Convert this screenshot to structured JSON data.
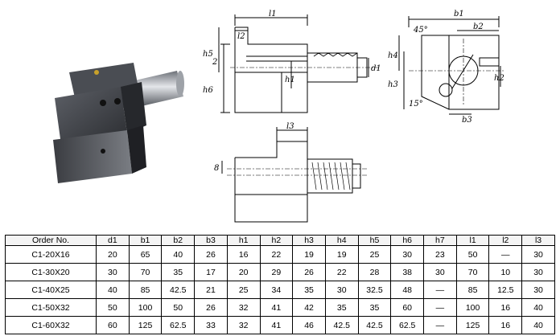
{
  "drawing_labels": {
    "l1": "l1",
    "l2": "l2",
    "l3": "l3",
    "h1": "h1",
    "h2": "h2",
    "h3": "h3",
    "h4": "h4",
    "h5": "h5",
    "h6": "h6",
    "b1": "b1",
    "b2": "b2",
    "b3": "b3",
    "d1": "d1",
    "two": "2",
    "eight": "8",
    "ang45": "45°",
    "ang15": "15°"
  },
  "table": {
    "headers": [
      "Order No.",
      "d1",
      "b1",
      "b2",
      "b3",
      "h1",
      "h2",
      "h3",
      "h4",
      "h5",
      "h6",
      "h7",
      "l1",
      "l2",
      "l3"
    ],
    "rows": [
      [
        "C1-20X16",
        "20",
        "65",
        "40",
        "26",
        "16",
        "22",
        "19",
        "19",
        "25",
        "30",
        "23",
        "50",
        "—",
        "30"
      ],
      [
        "C1-30X20",
        "30",
        "70",
        "35",
        "17",
        "20",
        "29",
        "26",
        "22",
        "28",
        "38",
        "30",
        "70",
        "10",
        "30"
      ],
      [
        "C1-40X25",
        "40",
        "85",
        "42.5",
        "21",
        "25",
        "34",
        "35",
        "30",
        "32.5",
        "48",
        "—",
        "85",
        "12.5",
        "30"
      ],
      [
        "C1-50X32",
        "50",
        "100",
        "50",
        "26",
        "32",
        "41",
        "42",
        "35",
        "35",
        "60",
        "—",
        "100",
        "16",
        "40"
      ],
      [
        "C1-60X32",
        "60",
        "125",
        "62.5",
        "33",
        "32",
        "41",
        "46",
        "42.5",
        "42.5",
        "62.5",
        "—",
        "125",
        "16",
        "40"
      ]
    ]
  }
}
